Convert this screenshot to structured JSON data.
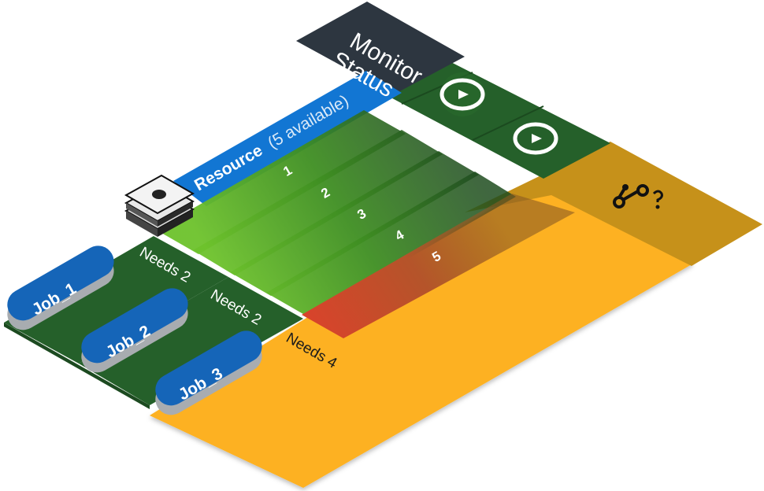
{
  "monitor": {
    "line1": "Monitor",
    "line2": "Status"
  },
  "resource": {
    "label": "Resource",
    "available": "(5 available)"
  },
  "slots": [
    "1",
    "2",
    "3",
    "4",
    "5"
  ],
  "jobs": [
    {
      "name": "Job_1",
      "needs": "Needs 2"
    },
    {
      "name": "Job_2",
      "needs": "Needs 2"
    },
    {
      "name": "Job_3",
      "needs": "Needs 4"
    }
  ],
  "icons": {
    "play": "play-circle-icon",
    "branch": "branch-question-icon",
    "stack": "resource-stack-icon"
  },
  "colors": {
    "monitor_header": "#2d3640",
    "dark_green": "#25602a",
    "mid_green": "#2e7a30",
    "light_green": "#6fbf2e",
    "resource_blue": "#1276d3",
    "job_blue": "#1565b8",
    "job_gray": "#a8acb0",
    "orange": "#fdb120",
    "orange_dark": "#c6911a",
    "red": "#d8452c"
  }
}
